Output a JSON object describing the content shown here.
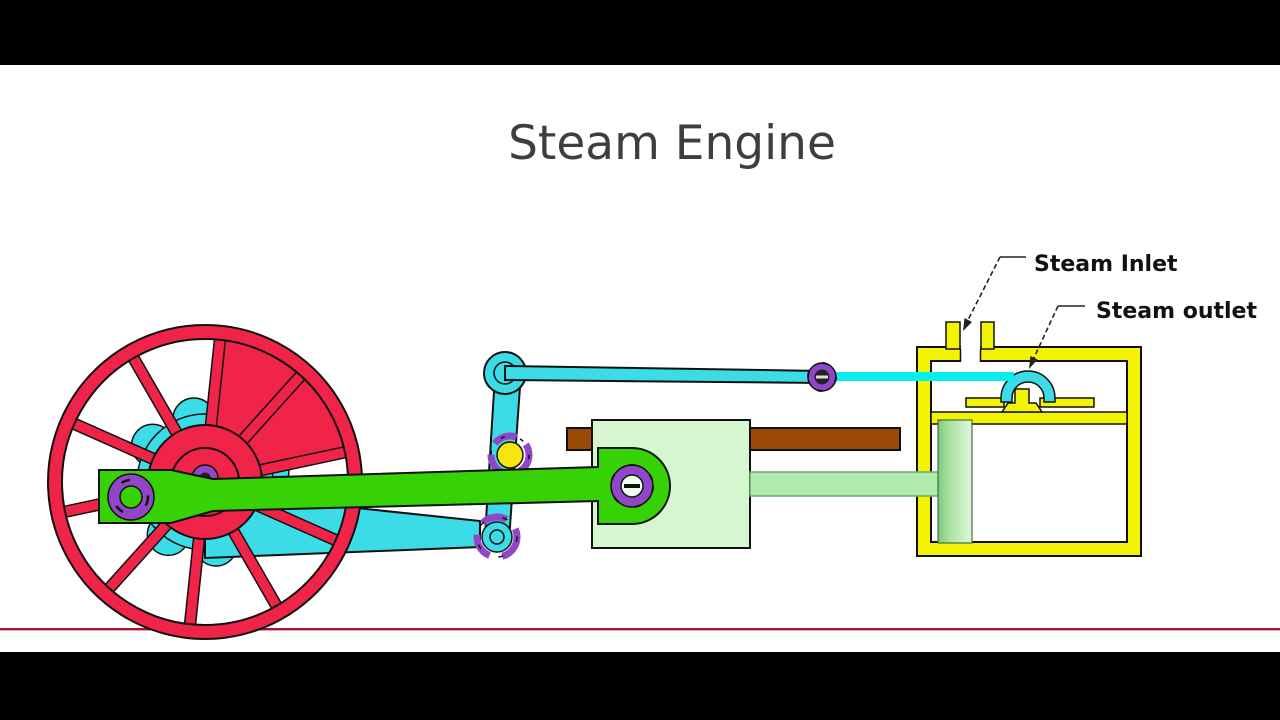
{
  "title": {
    "text": "Steam Engine"
  },
  "labels": {
    "steam_inlet": "Steam Inlet",
    "steam_outlet": "Steam outlet"
  },
  "colors": {
    "letterbox_black": "#000000",
    "background_white": "#ffffff",
    "wheel_red": "#EF2448",
    "ground_red": "#A8122E",
    "link_cyan": "#3BDCE6",
    "valve_cyan": "#06EFEF",
    "rod_green": "#36D206",
    "crosshead_pale_green": "#D5F6CF",
    "piston_rod_green": "#B2EBAE",
    "piston_green": "#9FDC9A",
    "wall_yellow": "#F3F303",
    "pin_yellow": "#F6E511",
    "pin_purple": "#9146C8",
    "guide_brown": "#9B4906",
    "outline": "#111111",
    "title_gray": "#3E3E3E",
    "label_black": "#111111"
  }
}
